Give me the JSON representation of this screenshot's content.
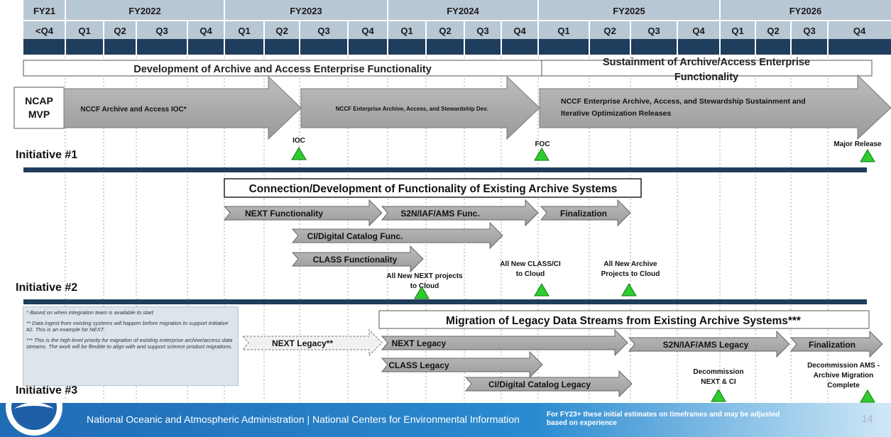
{
  "header": {
    "fiscal_years": [
      "FY21",
      "FY2022",
      "FY2023",
      "FY2024",
      "FY2025",
      "FY2026"
    ],
    "quarters": [
      "<Q4",
      "Q1",
      "Q2",
      "Q3",
      "Q4",
      "Q1",
      "Q2",
      "Q3",
      "Q4",
      "Q1",
      "Q2",
      "Q3",
      "Q4",
      "Q1",
      "Q2",
      "Q3",
      "Q4",
      "Q1",
      "Q2",
      "Q3",
      "Q4"
    ]
  },
  "initiative1": {
    "label": "Initiative #1",
    "banner_left": "Development of Archive and Access Enterprise Functionality",
    "banner_right_line1": "Sustainment of Archive/Access Enterprise",
    "banner_right_line2": "Functionality",
    "ncap_line1": "NCAP",
    "ncap_line2": "MVP",
    "arrow1": "NCCF Archive and Access IOC*",
    "arrow2": "NCCF Enterprise Archive, Access, and Stewardship Dev.",
    "arrow3_line1": "NCCF Enterprise Archive, Access, and Stewardship Sustainment and",
    "arrow3_line2": "Iterative Optimization Releases",
    "milestones": [
      "IOC",
      "FOC",
      "Major Release"
    ]
  },
  "initiative2": {
    "label": "Initiative #2",
    "title": "Connection/Development of Functionality of Existing Archive Systems",
    "arrows": [
      "NEXT Functionality",
      "S2N/IAF/AMS Func.",
      "Finalization",
      "CI/Digital Catalog Func.",
      "CLASS Functionality"
    ],
    "milestones": [
      {
        "line1": "All New NEXT projects",
        "line2": "to Cloud"
      },
      {
        "line1": "All New CLASS/CI",
        "line2": "to Cloud"
      },
      {
        "line1": "All New Archive",
        "line2": "Projects to Cloud"
      }
    ]
  },
  "initiative3": {
    "label": "Initiative #3",
    "title": "Migration of Legacy Data Streams from Existing Archive Systems***",
    "arrows": [
      "NEXT Legacy**",
      "NEXT Legacy",
      "S2N/IAF/AMS Legacy",
      "Finalization",
      "CLASS Legacy",
      "CI/Digital Catalog Legacy"
    ],
    "milestones": [
      {
        "line1": "Decommission",
        "line2": "NEXT & CI"
      },
      {
        "line1": "Decommission AMS -",
        "line2": "Archive Migration",
        "line3": "Complete"
      }
    ]
  },
  "notes": [
    "* Based on when integration team is available to start",
    "** Data ingest from existing systems will happen before migration to support Initiative #2. This is an example for NEXT.",
    "*** This is the high level priority for migration of existing enterprise archive/access data streams. The work will be flexible to align with and support science product migrations."
  ],
  "footer": {
    "org": "National Oceanic and Atmospheric Administration | National Centers for Environmental Information",
    "note": "For FY23+ these initial estimates on timeframes and may be adjusted based on experience",
    "page": "14"
  },
  "colors": {
    "header_dark": "#1f3d5c",
    "header_cell": "#b8c7d4",
    "divider": "#1f3d5c",
    "arrow_fill": "#a6a6a6",
    "milestone": "#2ecc2e"
  }
}
